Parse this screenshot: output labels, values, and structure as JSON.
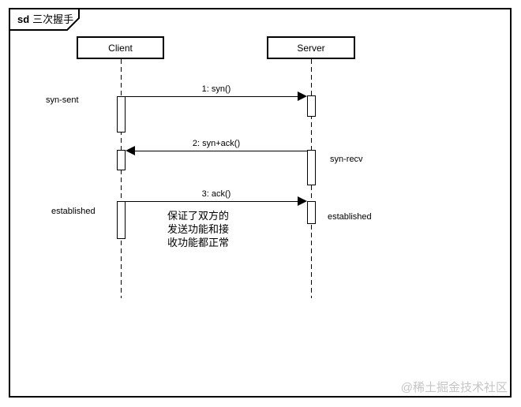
{
  "frame": {
    "keyword": "sd",
    "title": "三次握手"
  },
  "participants": [
    {
      "name": "Client"
    },
    {
      "name": "Server"
    }
  ],
  "messages": [
    {
      "label": "1: syn()",
      "from": "Client",
      "to": "Server"
    },
    {
      "label": "2: syn+ack()",
      "from": "Server",
      "to": "Client"
    },
    {
      "label": "3: ack()",
      "from": "Client",
      "to": "Server"
    }
  ],
  "states": {
    "client_syn_sent": "syn-sent",
    "server_syn_recv": "syn-recv",
    "client_established": "established",
    "server_established": "established"
  },
  "note": {
    "line1": "保证了双方的",
    "line2": "发送功能和接",
    "line3": "收功能都正常"
  },
  "watermark": "@稀土掘金技术社区",
  "colors": {
    "line": "#000000",
    "background": "#ffffff",
    "watermark": "#c5c5c5"
  }
}
